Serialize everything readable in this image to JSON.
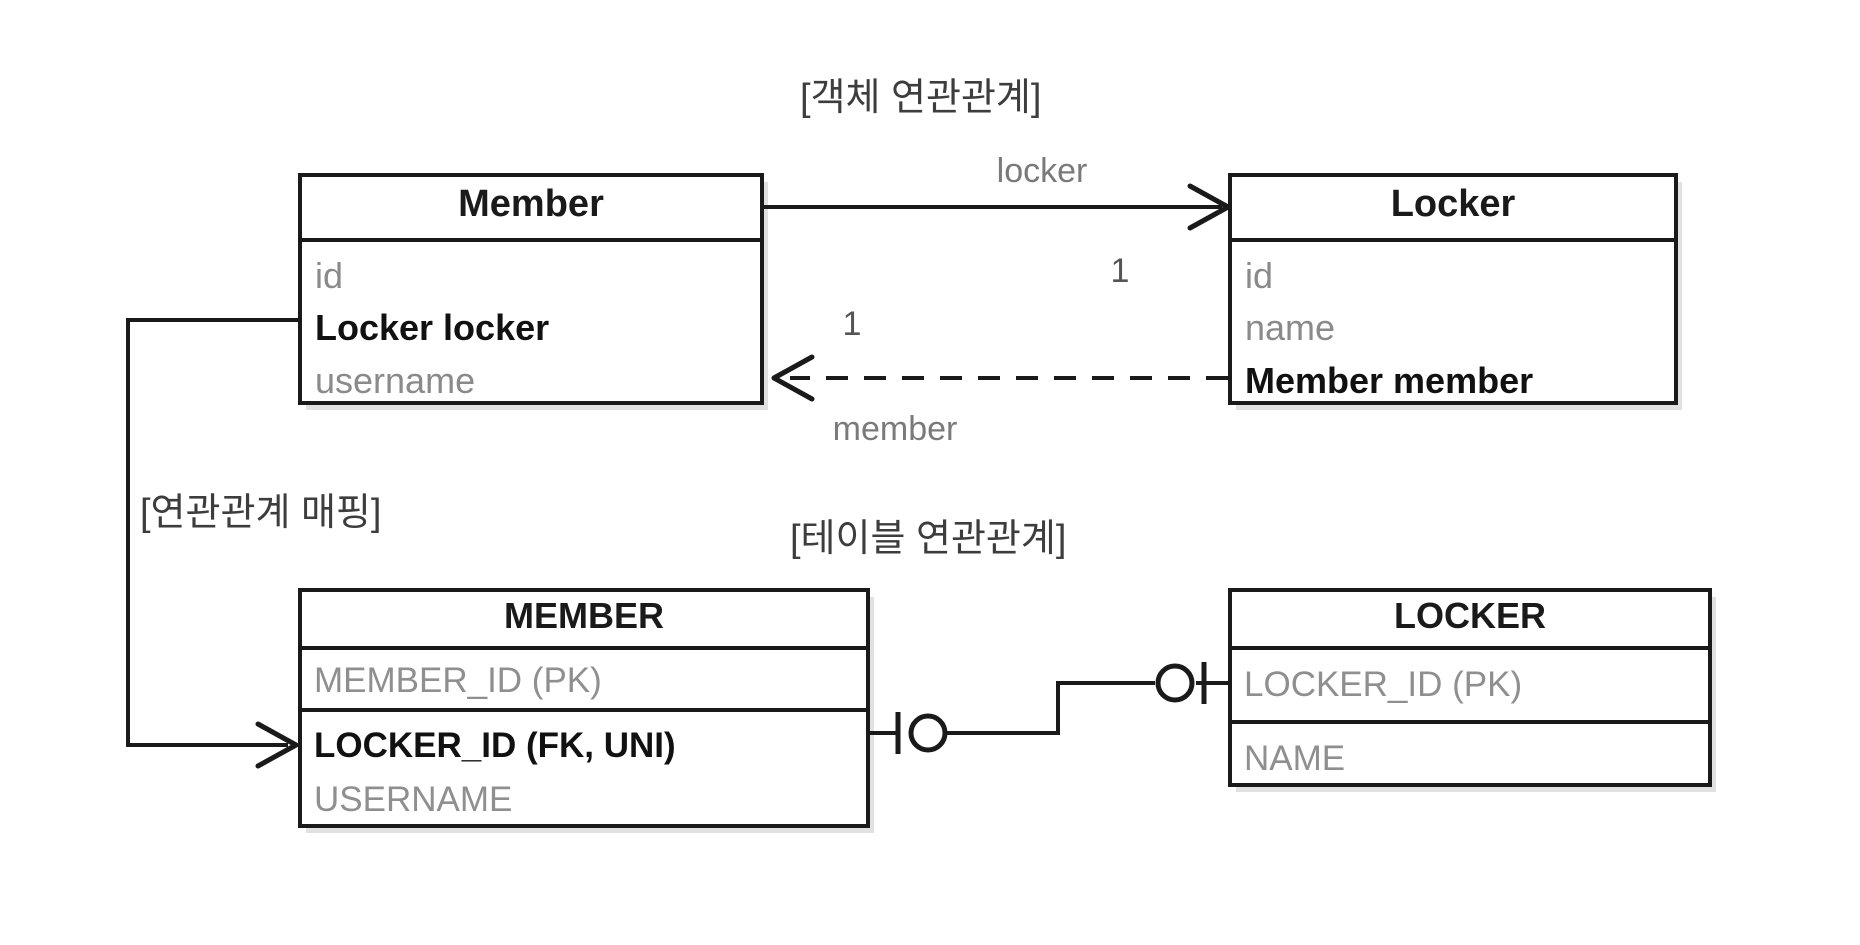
{
  "diagram": {
    "title_object_relation": "[객체 연관관계]",
    "title_table_relation": "[테이블 연관관계]",
    "title_mapping": "[연관관계 매핑]",
    "object_model": {
      "member_entity": {
        "name": "Member",
        "fields": [
          {
            "label": "id",
            "emphasis": "normal"
          },
          {
            "label": "Locker locker",
            "emphasis": "bold"
          },
          {
            "label": "username",
            "emphasis": "normal"
          }
        ]
      },
      "locker_entity": {
        "name": "Locker",
        "fields": [
          {
            "label": "id",
            "emphasis": "normal"
          },
          {
            "label": "name",
            "emphasis": "normal"
          },
          {
            "label": "Member member",
            "emphasis": "bold"
          }
        ]
      },
      "associations": [
        {
          "from": "Member",
          "to": "Locker",
          "label": "locker",
          "cardinality": "1",
          "style": "solid"
        },
        {
          "from": "Locker",
          "to": "Member",
          "label": "member",
          "cardinality": "1",
          "style": "dashed"
        }
      ]
    },
    "table_model": {
      "member_table": {
        "name": "MEMBER",
        "columns": [
          {
            "label": "MEMBER_ID (PK)",
            "emphasis": "normal"
          },
          {
            "label": "LOCKER_ID (FK, UNI)",
            "emphasis": "bold"
          },
          {
            "label": "USERNAME",
            "emphasis": "normal"
          }
        ]
      },
      "locker_table": {
        "name": "LOCKER",
        "columns": [
          {
            "label": "LOCKER_ID (PK)",
            "emphasis": "normal"
          },
          {
            "label": "NAME",
            "emphasis": "normal"
          }
        ]
      },
      "relationship": {
        "from": "MEMBER.LOCKER_ID",
        "to": "LOCKER.LOCKER_ID",
        "notation": "one-to-zero-or-one"
      }
    },
    "colors": {
      "background": "#ffffff",
      "stroke": "#1a1a1a",
      "muted_text": "#8a8a8a",
      "strong_text": "#111111",
      "label_text": "#3d3d3d"
    }
  }
}
